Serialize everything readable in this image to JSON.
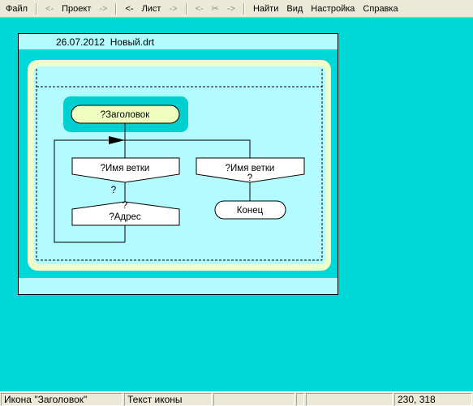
{
  "menu": {
    "file": "Файл",
    "project_prev": "<-",
    "project": "Проект",
    "project_next": "->",
    "sheet_prev": "<-",
    "sheet": "Лист",
    "sheet_next": "->",
    "edit_prev": "<-",
    "cut": "✂",
    "edit_next": "->",
    "find": "Найти",
    "view": "Вид",
    "settings": "Настройка",
    "help": "Справка"
  },
  "document": {
    "date": "26.07.2012",
    "filename": "Новый.drt"
  },
  "diagram": {
    "header_icon": "?Заголовок",
    "branch1_label": "?Имя ветки",
    "branch2_label": "?Имя ветки",
    "condition1": "?",
    "condition2": "?",
    "address_q": "?",
    "address_label": "?Адрес",
    "end_label": "Конец"
  },
  "status": {
    "icon_name": "Икона \"Заголовок\"",
    "icon_text": "Текст иконы",
    "coords": "230, 318"
  },
  "colors": {
    "workspace": "#00d8d8",
    "paper": "#b3fbff",
    "frame": "#f0ffc8",
    "title_icon_fill": "#eeffc0",
    "menu_bg": "#ece9d8"
  }
}
